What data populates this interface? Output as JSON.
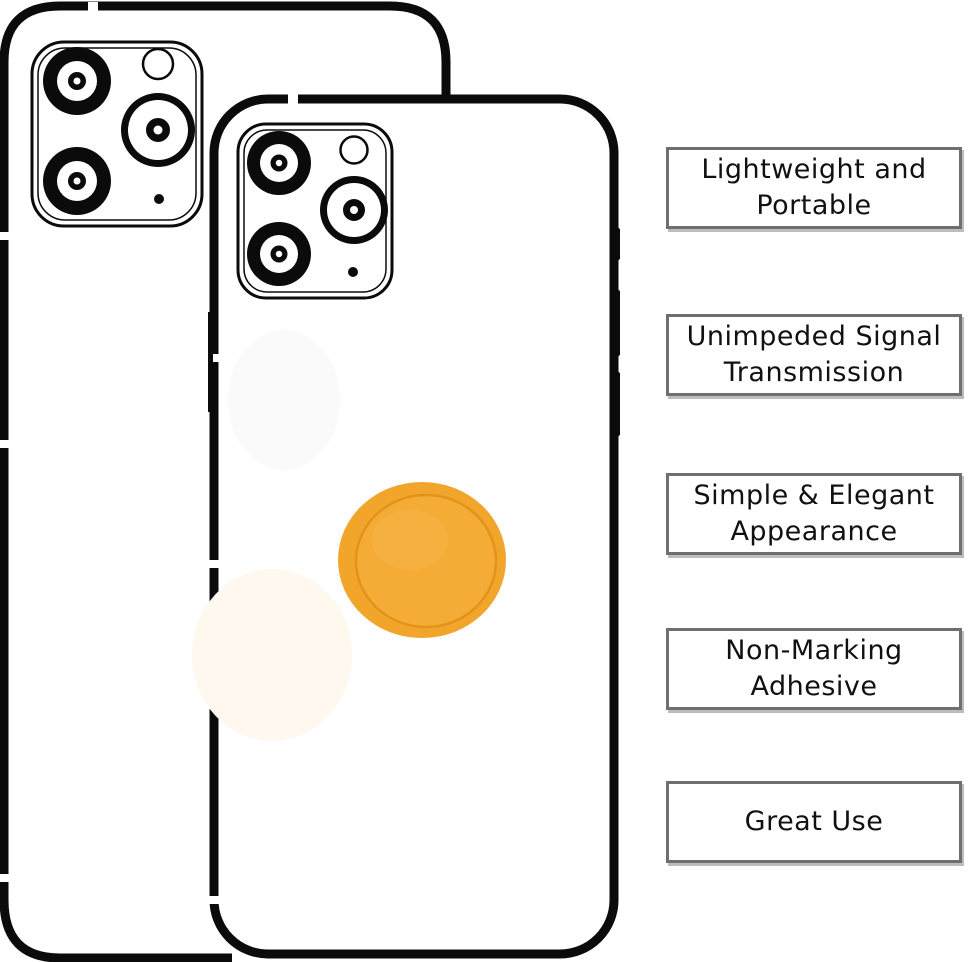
{
  "colors": {
    "outline": "#0b0b0b",
    "background": "#ffffff",
    "tag": "#f2a52b",
    "tag_face": "#f4ac36",
    "box_border": "#6f6f6f"
  },
  "features": [
    {
      "line1": "Lightweight and",
      "line2": "Portable"
    },
    {
      "line1": "Unimpeded Signal",
      "line2": "Transmission"
    },
    {
      "line1": "Simple & Elegant",
      "line2": "Appearance"
    },
    {
      "line1": "Non-Marking",
      "line2": "Adhesive"
    },
    {
      "line1": "Great Use",
      "line2": ""
    }
  ],
  "icons": {
    "rear_phone": "phone-back-outline-icon",
    "front_phone": "phone-back-outline-icon",
    "tag": "round-tag-holder-icon"
  }
}
